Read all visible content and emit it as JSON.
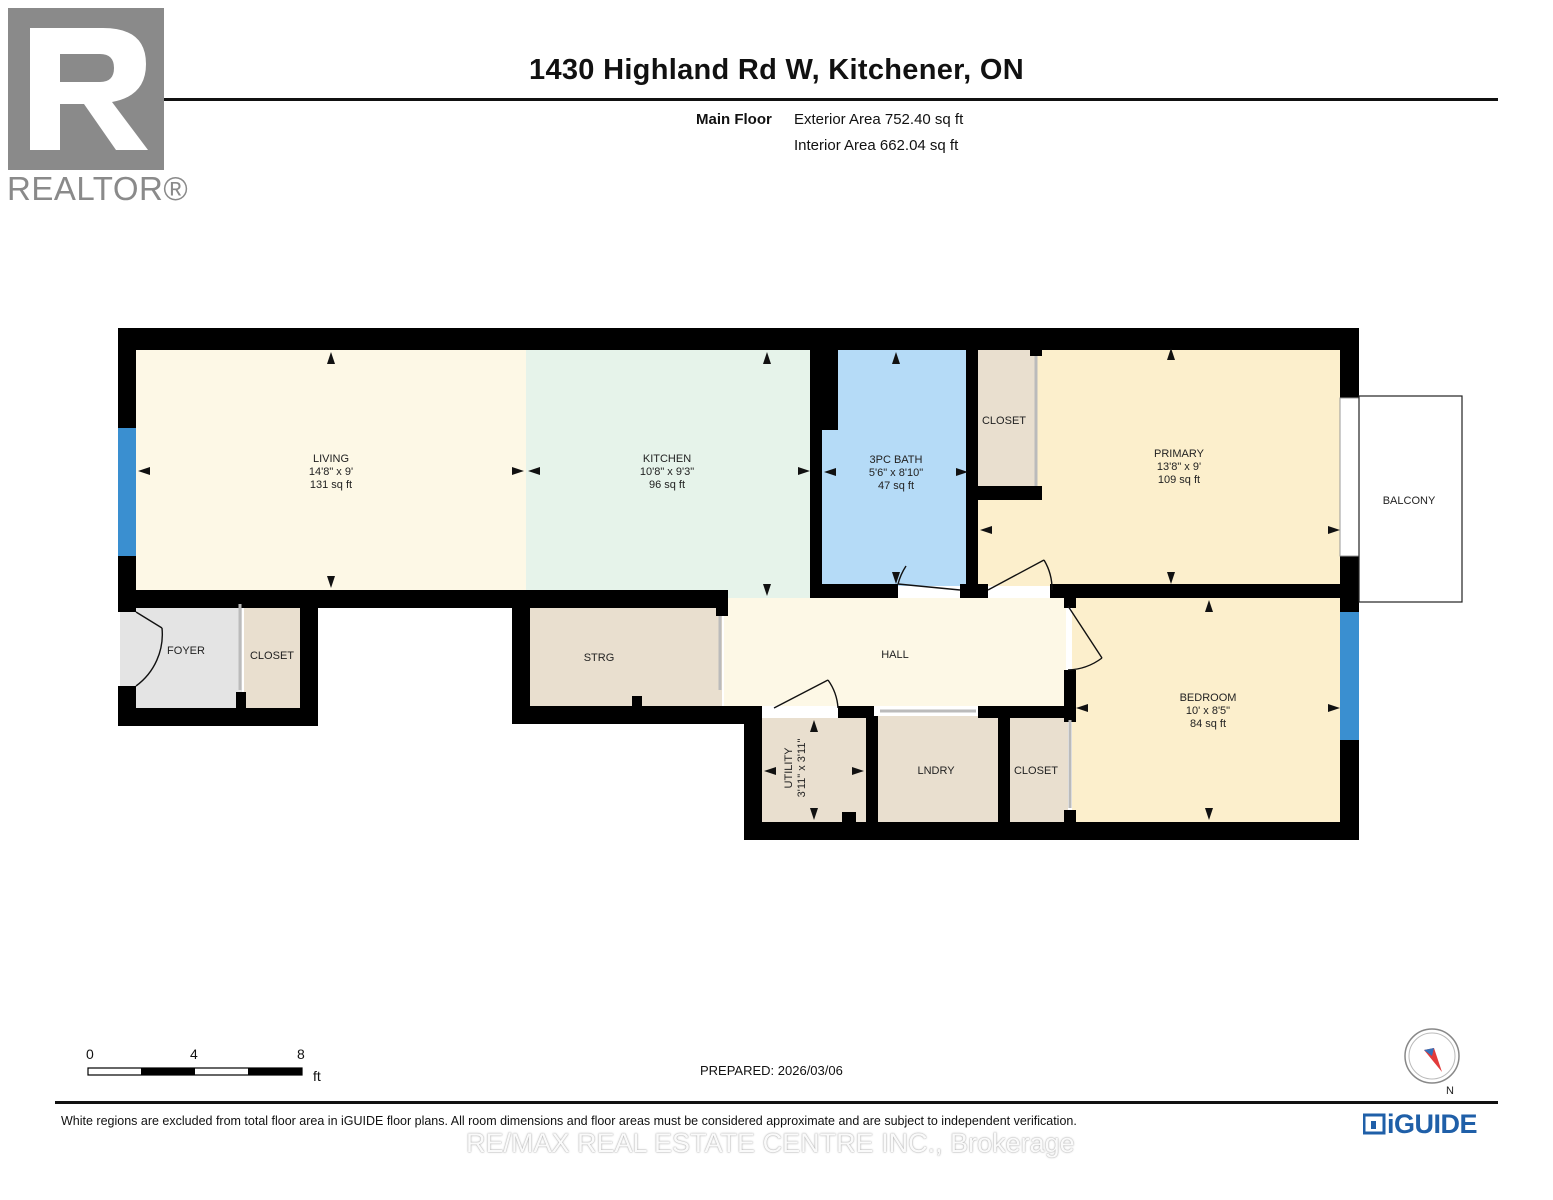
{
  "header": {
    "title": "1430 Highland Rd W, Kitchener, ON",
    "floor_label": "Main Floor",
    "exterior_area": "Exterior Area 752.40 sq ft",
    "interior_area": "Interior Area 662.04 sq ft"
  },
  "brand": {
    "realtor": "REALTOR®",
    "iguide": "iGUIDE",
    "watermark": "RE/MAX REAL ESTATE CENTRE INC., Brokerage"
  },
  "rooms": {
    "living": {
      "name": "LIVING",
      "dims": "14'8\" x 9'",
      "area": "131 sq ft",
      "color": "#fdf8e6"
    },
    "kitchen": {
      "name": "KITCHEN",
      "dims": "10'8\" x 9'3\"",
      "area": "96 sq ft",
      "color": "#e6f3ea"
    },
    "bath": {
      "name": "3PC BATH",
      "dims": "5'6\" x 8'10\"",
      "area": "47 sq ft",
      "color": "#b5dbf7"
    },
    "primary": {
      "name": "PRIMARY",
      "dims": "13'8\" x 9'",
      "area": "109 sq ft",
      "color": "#fcefcc"
    },
    "bedroom": {
      "name": "BEDROOM",
      "dims": "10' x 8'5\"",
      "area": "84 sq ft",
      "color": "#fcefcc"
    },
    "hall": {
      "name": "HALL",
      "color": "#fdf8e6"
    },
    "foyer": {
      "name": "FOYER",
      "color": "#e4e4e4"
    },
    "closet_foyer": {
      "name": "CLOSET"
    },
    "closet_primary": {
      "name": "CLOSET"
    },
    "closet_lndry": {
      "name": "CLOSET"
    },
    "strg": {
      "name": "STRG"
    },
    "utility": {
      "name": "UTILITY",
      "dims": "3'11\" x 3'11\""
    },
    "lndry": {
      "name": "LNDRY"
    },
    "balcony": {
      "name": "BALCONY"
    },
    "closet_color": "#e9dfcf",
    "wall_color": "#000000",
    "window_color": "#3a8fd0"
  },
  "scale": {
    "labels": [
      "0",
      "4",
      "8"
    ],
    "unit": "ft"
  },
  "prepared": "PREPARED: 2026/03/06",
  "compass_label": "N",
  "disclaimer": "White regions are excluded from total floor area in iGUIDE floor plans. All room dimensions and floor areas must be considered approximate and are subject to independent verification."
}
